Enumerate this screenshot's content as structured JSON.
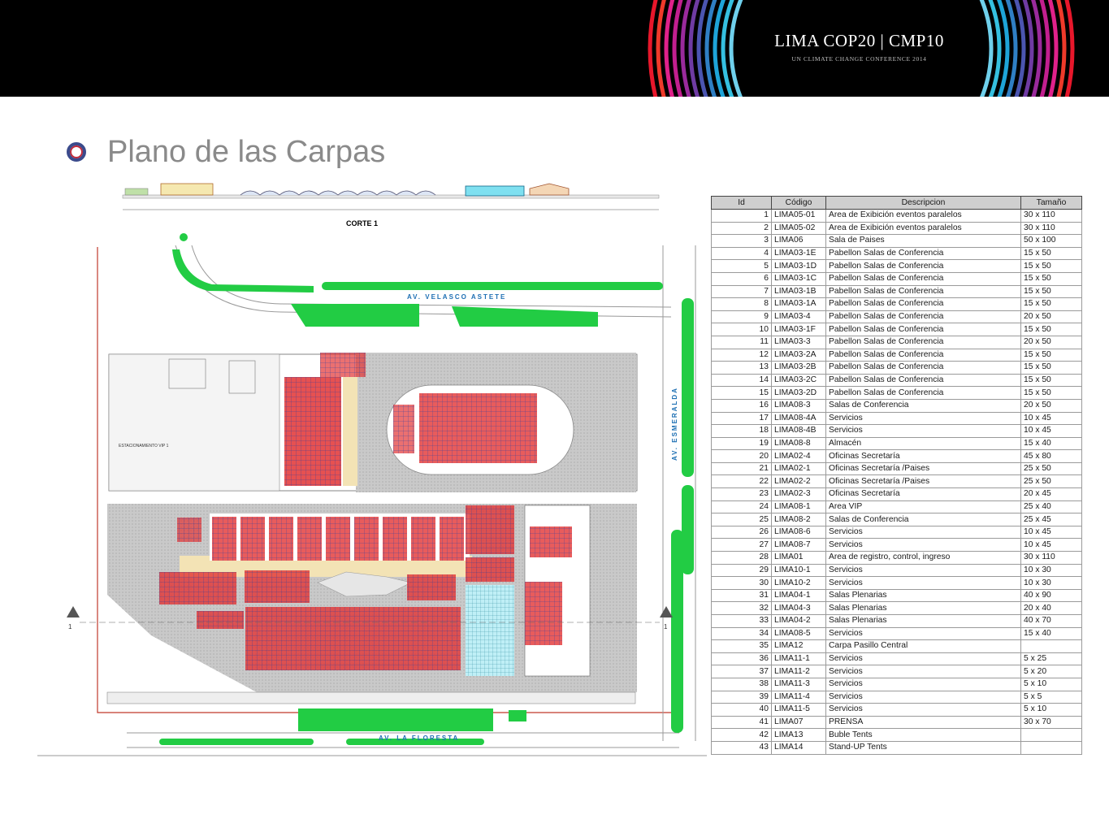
{
  "header": {
    "logo_title": "LIMA COP20 | CMP10",
    "logo_subtitle": "UN CLIMATE CHANGE CONFERENCE 2014"
  },
  "page": {
    "title": "Plano de las Carpas"
  },
  "plan": {
    "section_label": "CORTE 1",
    "streets": {
      "north": "AV. VELASCO ASTETE",
      "east": "AV. ESMERALDA",
      "south": "AV. LA FLORESTA"
    },
    "parking_label": "ESTACIONAMIENTO VIP 1",
    "section_markers": [
      "1",
      "1"
    ]
  },
  "table": {
    "headers": [
      "Id",
      "Código",
      "Descripcion",
      "Tamaño"
    ],
    "rows": [
      [
        "1",
        "LIMA05-01",
        "Area de Exibición eventos paralelos",
        "30 x 110"
      ],
      [
        "2",
        "LIMA05-02",
        "Area de Exibición eventos paralelos",
        "30 x 110"
      ],
      [
        "3",
        "LIMA06",
        "Sala de Paises",
        "50 x 100"
      ],
      [
        "4",
        "LIMA03-1E",
        "Pabellon Salas de Conferencia",
        "15 x 50"
      ],
      [
        "5",
        "LIMA03-1D",
        "Pabellon Salas de Conferencia",
        "15 x 50"
      ],
      [
        "6",
        "LIMA03-1C",
        "Pabellon Salas de Conferencia",
        "15 x 50"
      ],
      [
        "7",
        "LIMA03-1B",
        "Pabellon Salas de Conferencia",
        "15 x 50"
      ],
      [
        "8",
        "LIMA03-1A",
        "Pabellon Salas de Conferencia",
        "15 x 50"
      ],
      [
        "9",
        "LIMA03-4",
        "Pabellon Salas de Conferencia",
        "20 x 50"
      ],
      [
        "10",
        "LIMA03-1F",
        "Pabellon Salas de Conferencia",
        "15 x 50"
      ],
      [
        "11",
        "LIMA03-3",
        "Pabellon Salas de Conferencia",
        "20 x 50"
      ],
      [
        "12",
        "LIMA03-2A",
        "Pabellon Salas de Conferencia",
        "15 x 50"
      ],
      [
        "13",
        "LIMA03-2B",
        "Pabellon Salas de Conferencia",
        "15 x 50"
      ],
      [
        "14",
        "LIMA03-2C",
        "Pabellon Salas de Conferencia",
        "15 x 50"
      ],
      [
        "15",
        "LIMA03-2D",
        "Pabellon Salas de Conferencia",
        "15 x 50"
      ],
      [
        "16",
        "LIMA08-3",
        "Salas de Conferencia",
        "20 x 50"
      ],
      [
        "17",
        "LIMA08-4A",
        "Servicios",
        "10 x 45"
      ],
      [
        "18",
        "LIMA08-4B",
        "Servicios",
        "10 x 45"
      ],
      [
        "19",
        "LIMA08-8",
        "Almacén",
        "15 x 40"
      ],
      [
        "20",
        "LIMA02-4",
        "Oficinas Secretaría",
        "45 x 80"
      ],
      [
        "21",
        "LIMA02-1",
        "Oficinas Secretaría /Paises",
        "25 x 50"
      ],
      [
        "22",
        "LIMA02-2",
        "Oficinas Secretaría /Paises",
        "25 x 50"
      ],
      [
        "23",
        "LIMA02-3",
        "Oficinas Secretaría",
        "20 x 45"
      ],
      [
        "24",
        "LIMA08-1",
        "Area VIP",
        "25 x 40"
      ],
      [
        "25",
        "LIMA08-2",
        "Salas de Conferencia",
        "25 x 45"
      ],
      [
        "26",
        "LIMA08-6",
        "Servicios",
        "10 x 45"
      ],
      [
        "27",
        "LIMA08-7",
        "Servicios",
        "10 x 45"
      ],
      [
        "28",
        "LIMA01",
        "Area de registro, control, ingreso",
        "30 x 110"
      ],
      [
        "29",
        "LIMA10-1",
        "Servicios",
        "10 x 30"
      ],
      [
        "30",
        "LIMA10-2",
        "Servicios",
        "10 x 30"
      ],
      [
        "31",
        "LIMA04-1",
        "Salas Plenarias",
        "40 x 90"
      ],
      [
        "32",
        "LIMA04-3",
        "Salas Plenarias",
        "20 x 40"
      ],
      [
        "33",
        "LIMA04-2",
        "Salas Plenarias",
        "40 x 70"
      ],
      [
        "34",
        "LIMA08-5",
        "Servicios",
        "15 x 40"
      ],
      [
        "35",
        "LIMA12",
        "Carpa Pasillo Central",
        ""
      ],
      [
        "36",
        "LIMA11-1",
        "Servicios",
        "5 x 25"
      ],
      [
        "37",
        "LIMA11-2",
        "Servicios",
        "5 x 20"
      ],
      [
        "38",
        "LIMA11-3",
        "Servicios",
        "5 x 10"
      ],
      [
        "39",
        "LIMA11-4",
        "Servicios",
        "5 x 5"
      ],
      [
        "40",
        "LIMA11-5",
        "Servicios",
        "5 x 10"
      ],
      [
        "41",
        "LIMA07",
        "PRENSA",
        "30 x 70"
      ],
      [
        "42",
        "LIMA13",
        "Buble Tents",
        ""
      ],
      [
        "43",
        "LIMA14",
        "Stand-UP Tents",
        ""
      ]
    ]
  }
}
